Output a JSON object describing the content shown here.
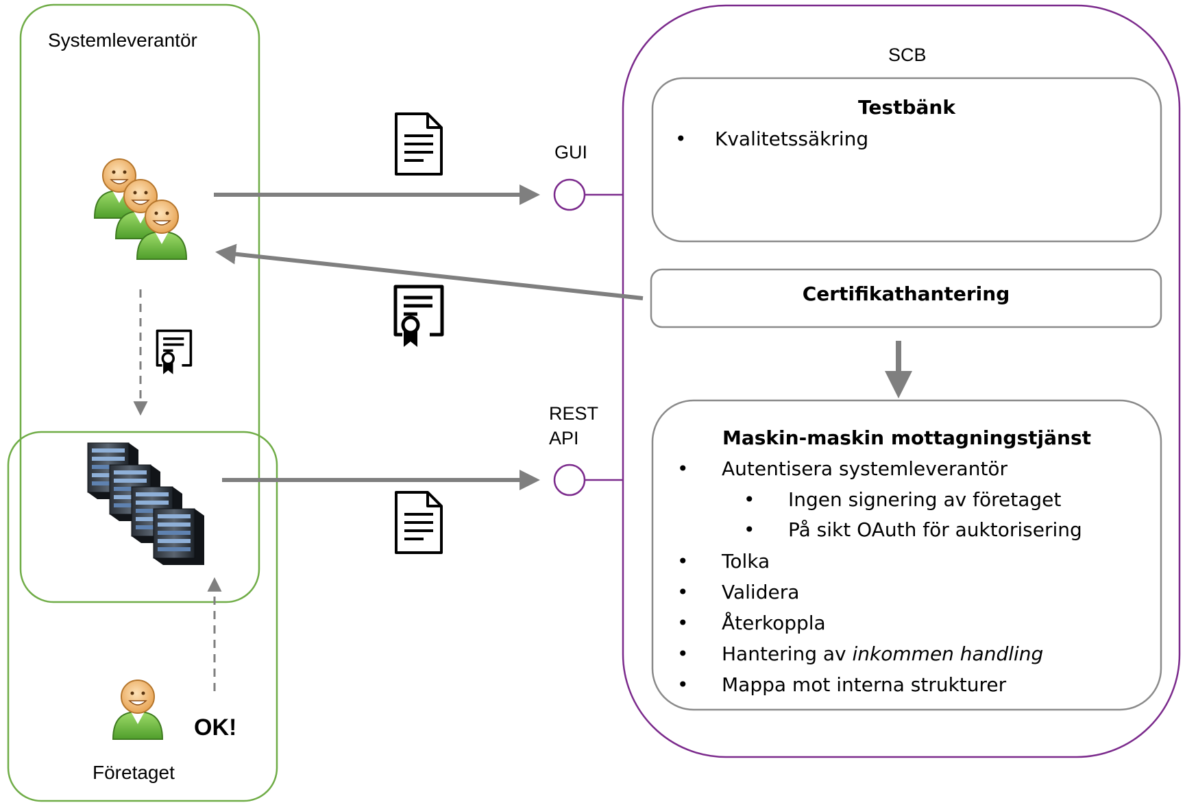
{
  "supplier_group": {
    "label": "Systemleverantör"
  },
  "company_group": {
    "label": "Företaget",
    "ok_text": "OK!"
  },
  "scb": {
    "label": "SCB"
  },
  "interfaces": {
    "gui": "GUI",
    "rest_line1": "REST",
    "rest_line2": "API"
  },
  "testbank": {
    "title": "Testbänk",
    "items": [
      "Kvalitetssäkring"
    ]
  },
  "cert": {
    "title": "Certifikathantering"
  },
  "m2m": {
    "title": "Maskin-maskin mottagningstjänst",
    "items": [
      "Autentisera systemleverantör",
      "Ingen signering av företaget",
      "På sikt OAuth för auktorisering",
      "Tolka",
      "Validera",
      "Återkoppla",
      "Hantering av ",
      "inkommen handling",
      "Mappa mot interna strukturer"
    ]
  },
  "bullet": "•",
  "icons": [
    "users-icon",
    "user-icon",
    "servers-icon",
    "document-icon",
    "certificate-icon",
    "interface-circle-icon"
  ],
  "colors": {
    "green": "#6fac46",
    "purple": "#7b2a8c",
    "gray_box": "#8a8a8a",
    "arrow": "#7f7f7f"
  }
}
